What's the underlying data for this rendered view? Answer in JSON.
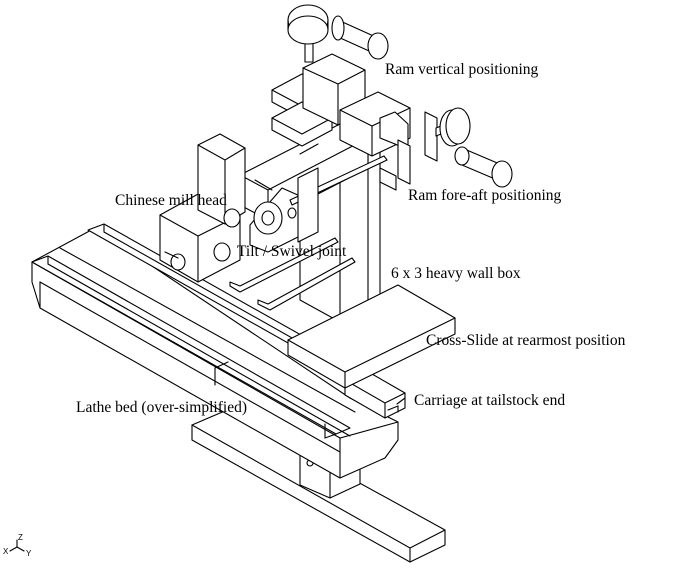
{
  "labels": {
    "ram_vertical": "Ram vertical positioning",
    "ram_fore_aft": "Ram fore-aft positioning",
    "mill_head": "Chinese mill head",
    "tilt_swivel": "Tilt / Swivel joint",
    "heavy_box": "6 x 3 heavy wall box",
    "cross_slide": "Cross-Slide at rearmost position",
    "carriage": "Carriage at tailstock end",
    "lathe_bed": "Lathe bed (over-simplified)"
  },
  "axis_triad": {
    "z": "Z",
    "x": "X",
    "y": "Y"
  },
  "colors": {
    "line": "#000000",
    "background": "#ffffff"
  }
}
